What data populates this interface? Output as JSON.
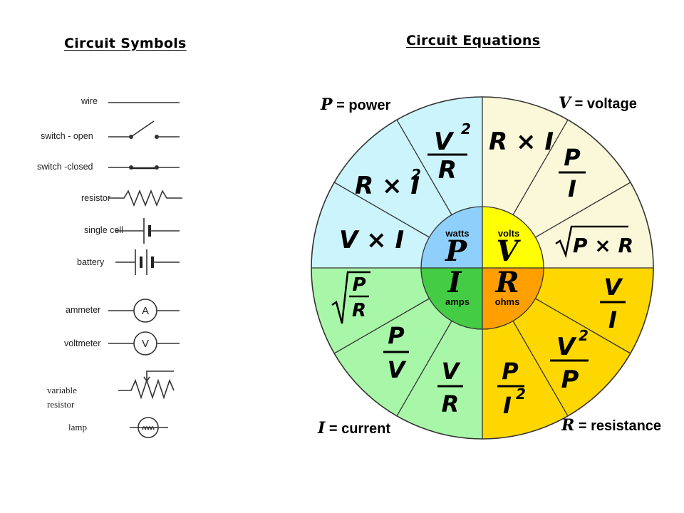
{
  "titles": {
    "symbols": "Circuit Symbols",
    "equations": "Circuit Equations"
  },
  "symbols": {
    "wire": "wire",
    "switch_open": "switch - open",
    "switch_closed": "switch -closed",
    "resistor": "resistor",
    "single_cell": "single cell",
    "battery": "battery",
    "ammeter": "ammeter",
    "ammeter_letter": "A",
    "voltmeter": "voltmeter",
    "voltmeter_letter": "V",
    "variable_resistor_line1": "variable",
    "variable_resistor_line2": "resistor",
    "lamp": "lamp"
  },
  "wheel": {
    "colors": {
      "power_outer": "#ccf4fc",
      "voltage_outer": "#fbf8d9",
      "current_outer": "#a8f7a8",
      "resistance_outer": "#fed701",
      "power_hub": "#8fcffb",
      "voltage_hub": "#ffff00",
      "current_hub": "#44cc44",
      "resistance_hub": "#ff9f00"
    },
    "corner_labels": {
      "power": {
        "var": "P",
        "text": " = power"
      },
      "voltage": {
        "var": "V",
        "text": " = voltage"
      },
      "current": {
        "var": "I",
        "text": " = current"
      },
      "resistance": {
        "var": "R",
        "text": " = resistance"
      }
    },
    "hub": {
      "power": {
        "word": "watts",
        "var": "P"
      },
      "voltage": {
        "word": "volts",
        "var": "V"
      },
      "current": {
        "word": "amps",
        "var": "I"
      },
      "resistance": {
        "word": "ohms",
        "var": "R"
      }
    },
    "formulas": {
      "p_v2_over_r": {
        "num": "V",
        "exp": "2",
        "den": "R"
      },
      "p_r_times_i2": {
        "text": "R × I",
        "exp": "2"
      },
      "p_v_times_i": {
        "text": "V × I"
      },
      "v_r_times_i": {
        "text": "R × I"
      },
      "v_p_over_i": {
        "num": "P",
        "den": "I"
      },
      "v_sqrt_pr": {
        "text": "P × R"
      },
      "i_sqrt_p_over_r": {
        "num": "P",
        "den": "R"
      },
      "i_p_over_v": {
        "num": "P",
        "den": "V"
      },
      "i_v_over_r": {
        "num": "V",
        "den": "R"
      },
      "r_v_over_i": {
        "num": "V",
        "den": "I"
      },
      "r_v2_over_p": {
        "num": "V",
        "exp": "2",
        "den": "P"
      },
      "r_p_over_i2": {
        "num": "P",
        "den": "I",
        "exp": "2"
      }
    }
  }
}
